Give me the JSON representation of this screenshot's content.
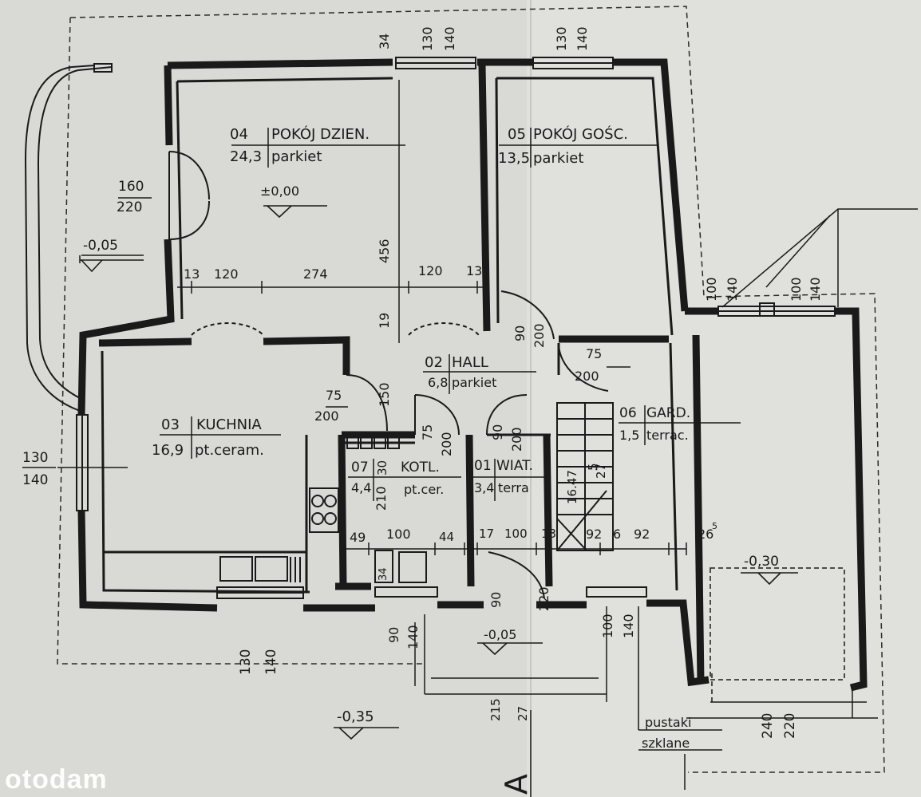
{
  "watermark": "otodam",
  "section_mark": "A",
  "rooms": {
    "pokoj_dzien": {
      "number": "04",
      "name": "POKÓJ DZIEN.",
      "area": "24,3",
      "floor": "parkiet"
    },
    "pokoj_gosc": {
      "number": "05",
      "name": "POKÓJ GOŚC.",
      "area": "13,5",
      "floor": "parkiet"
    },
    "hall": {
      "number": "02",
      "name": "HALL",
      "area": "6,8",
      "floor": "parkiet"
    },
    "kuchnia": {
      "number": "03",
      "name": "KUCHNIA",
      "area": "16,9",
      "floor": "pt.ceram."
    },
    "kotl": {
      "number": "07",
      "name": "KOTL.",
      "area": "4,4",
      "floor": "pt.cer."
    },
    "wiat": {
      "number": "01",
      "name": "WIAT.",
      "area": "3,4",
      "floor": "terra"
    },
    "gard": {
      "number": "06",
      "name": "GARD.",
      "area": "1,5",
      "floor": "terrac."
    }
  },
  "levels": {
    "living": "±0,00",
    "terrace": "-0,05",
    "entrance": "-0,05",
    "outside": "-0,35",
    "garage": "-0,30"
  },
  "dimensions": {
    "top_34": "34",
    "top_130_a": "130",
    "top_140_a": "140",
    "top_130_b": "130",
    "top_140_b": "140",
    "door_160": "160",
    "door_220": "220",
    "d_13a": "13",
    "d_120a": "120",
    "d_274": "274",
    "d_120b": "120",
    "d_13b": "13",
    "d_456": "456",
    "d_19": "19",
    "d_90_200_a": "90",
    "d_200_a": "200",
    "d_75_a": "75",
    "d_200_b": "200",
    "d_75_b": "75",
    "d_200_c": "200",
    "d_150": "150",
    "d_75_c": "75",
    "d_200_d": "200",
    "d_90_b": "90",
    "d_200_e": "200",
    "d_210": "210",
    "d_30": "30",
    "d_1647": "16.47",
    "d_5": "5",
    "d_27": "27",
    "d_130_left": "130",
    "d_140_left": "140",
    "d_49": "49",
    "d_100_a": "100",
    "d_44": "44",
    "d_17": "17",
    "d_100_b": "100",
    "d_13c": "13",
    "d_92a": "92",
    "d_6": "6",
    "d_92b": "92",
    "d_26": "26",
    "d_5b": "5",
    "d_100_right_a": "100",
    "d_140_right_a": "140",
    "d_100_right_b": "100",
    "d_140_right_b": "140",
    "d_90_c": "90",
    "d_220_c": "220",
    "d_90_d": "90",
    "d_140_d": "140",
    "d_130_bottom": "130",
    "d_140_bottom": "140",
    "d_100_e": "100",
    "d_140_e": "140",
    "d_215": "215",
    "d_27b": "27",
    "d_240": "240",
    "d_220_f": "220",
    "d_34_small": "34"
  },
  "notes": {
    "pustaki": "pustaki",
    "szklane": "szklane"
  },
  "colors": {
    "paper": "#d9d9d5",
    "ink": "#1a1a1a",
    "watermark": "#ffffff"
  }
}
